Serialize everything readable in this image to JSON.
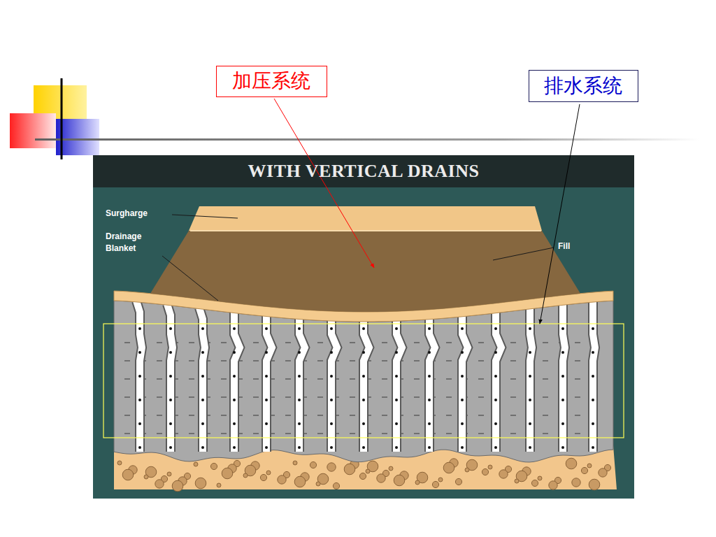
{
  "diagram": {
    "title": "WITH VERTICAL DRAINS",
    "nodes": [
      {
        "text": [
          "加压系统"
        ]
      },
      {
        "text": [
          "排水系统"
        ]
      }
    ],
    "labels": [
      "Surgharge",
      "Drainage Blanket",
      "Fill"
    ]
  }
}
